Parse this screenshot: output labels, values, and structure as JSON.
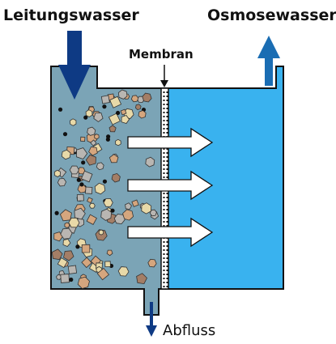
{
  "labels": {
    "inlet": "Leitungswasser",
    "outlet": "Osmosewasser",
    "membrane": "Membran",
    "drain": "Abfluss"
  },
  "colors": {
    "tap_water": "#7BA4B6",
    "osmosis_water": "#39B2EF",
    "inlet_arrow": "#0E3A84",
    "outlet_arrow": "#1A6DB3",
    "outline": "#111111",
    "flow_arrows": "#FFFFFF",
    "particle_tan": "#D5A67E",
    "particle_grey": "#B9B6B2",
    "particle_cream": "#E8D9A8",
    "particle_brown": "#A47E66",
    "particle_black": "#111111"
  },
  "icons": [
    "down-arrow-icon",
    "up-arrow-icon",
    "membrane-pointer-icon"
  ]
}
